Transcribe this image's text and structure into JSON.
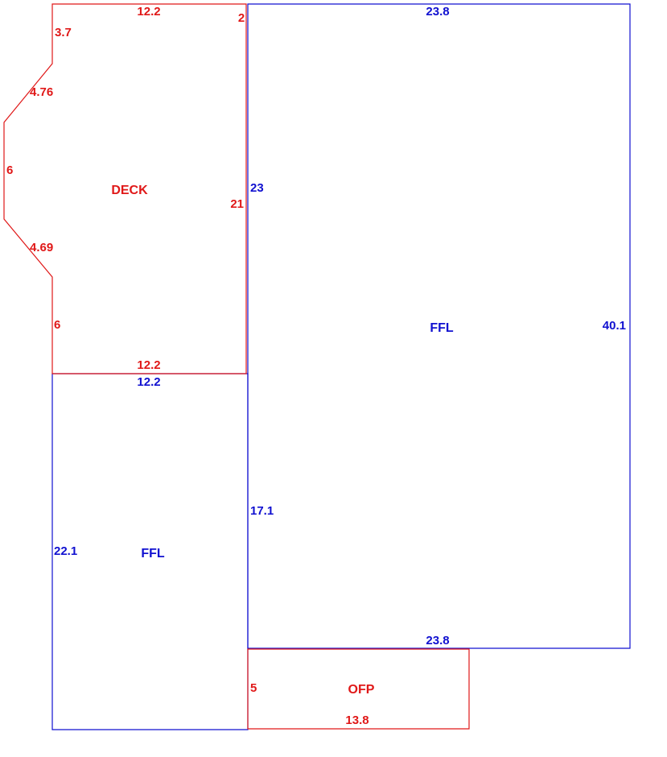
{
  "colors": {
    "ffl": "#1010d0",
    "deck": "#e01818",
    "ofp": "#e01818",
    "background": "#ffffff"
  },
  "areas": {
    "deck": {
      "label": "DECK",
      "dims": {
        "top": "12.2",
        "top_right": "2",
        "left_upper": "3.7",
        "diag_upper": "4.76",
        "left_mid": "6",
        "diag_lower": "4.69",
        "left_lower": "6",
        "right": "21",
        "bottom": "12.2"
      }
    },
    "ffl_main": {
      "label": "FFL",
      "dims": {
        "top": "23.8",
        "left_upper": "23",
        "right": "40.1",
        "left_lower": "17.1",
        "bottom": "23.8"
      }
    },
    "ffl_small": {
      "label": "FFL",
      "dims": {
        "top": "12.2",
        "left": "22.1"
      }
    },
    "ofp": {
      "label": "OFP",
      "dims": {
        "left": "5",
        "bottom": "13.8"
      }
    }
  }
}
